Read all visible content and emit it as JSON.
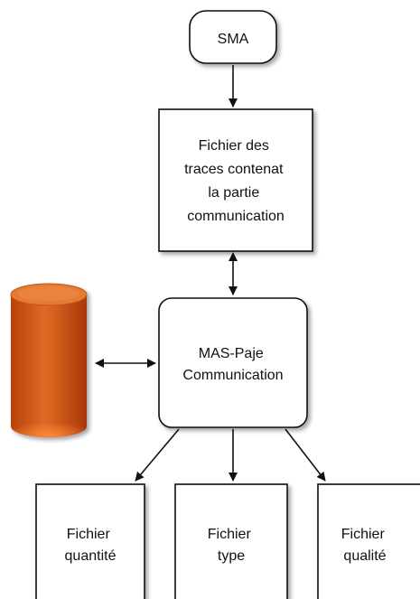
{
  "nodes": {
    "sma": {
      "lines": [
        "SMA"
      ]
    },
    "trace_file": {
      "lines": [
        "Fichier des",
        "traces contenat",
        "la partie",
        "communication"
      ]
    },
    "mas_paje": {
      "lines": [
        "MAS-Paje",
        "Communication"
      ]
    },
    "quantity_file": {
      "lines": [
        "Fichier",
        "quantité"
      ]
    },
    "type_file": {
      "lines": [
        "Fichier",
        "type"
      ]
    },
    "quality_file": {
      "lines": [
        "Fichier",
        "qualité"
      ]
    }
  },
  "database": {
    "icon": "database-cylinder-icon"
  },
  "colors": {
    "cylinder_main": "#d8581a",
    "cylinder_top": "#e8752e",
    "box_stroke": "#111111",
    "arrow": "#111111"
  }
}
